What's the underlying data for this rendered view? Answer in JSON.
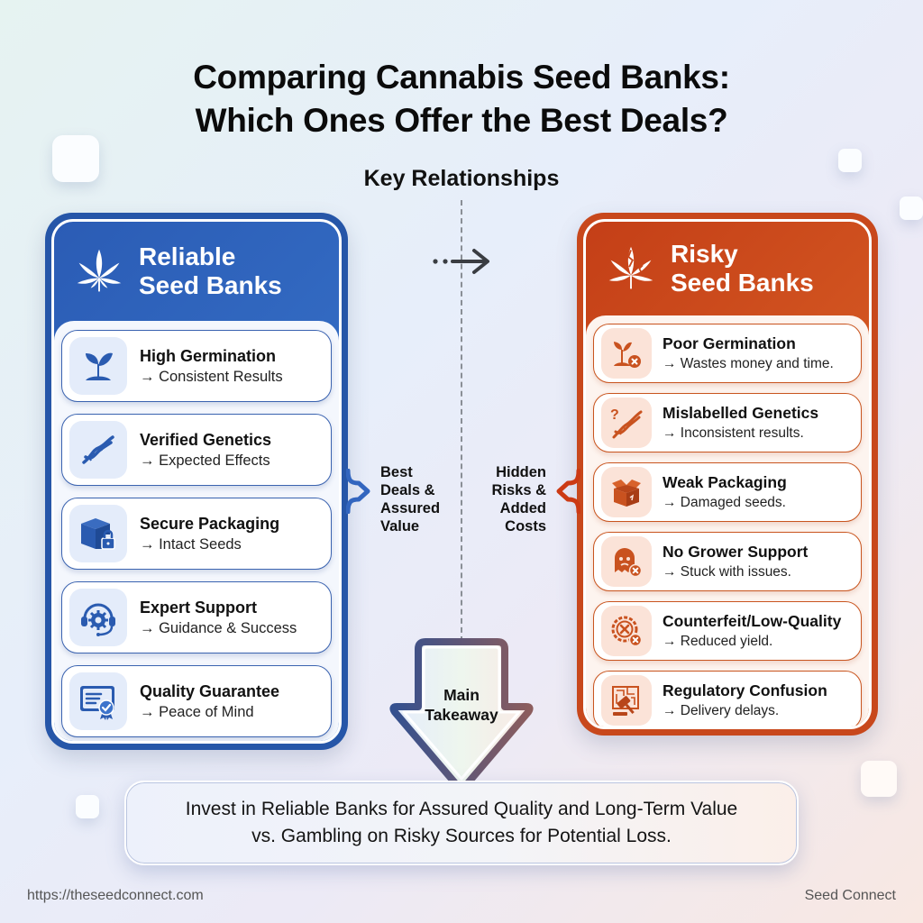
{
  "title": {
    "line1": "Comparing Cannabis Seed Banks:",
    "line2": "Which Ones Offer the Best Deals?"
  },
  "subtitle": "Key Relationships",
  "colors": {
    "reliable": "#2656a8",
    "risky": "#c8481c",
    "background_start": "#e6f3f1",
    "background_end": "#f8e8e2"
  },
  "reliable": {
    "icon": "cannabis-leaf-icon",
    "title_line1": "Reliable",
    "title_line2": "Seed Banks",
    "items": [
      {
        "icon": "sprout-icon",
        "title": "High Germination",
        "subtitle": "→ Consistent Results"
      },
      {
        "icon": "dna-icon",
        "title": "Verified Genetics",
        "subtitle": "→ Expected Effects"
      },
      {
        "icon": "box-lock-icon",
        "title": "Secure Packaging",
        "subtitle": "→ Intact Seeds"
      },
      {
        "icon": "headset-gear-icon",
        "title": "Expert Support",
        "subtitle": "→ Guidance & Success"
      },
      {
        "icon": "certificate-icon",
        "title": "Quality Guarantee",
        "subtitle": "→ Peace of Mind"
      }
    ],
    "connector_label": [
      "Best",
      "Deals &",
      "Assured",
      "Value"
    ]
  },
  "risky": {
    "icon": "cracked-cannabis-leaf-icon",
    "title_line1": "Risky",
    "title_line2": "Seed Banks",
    "items": [
      {
        "icon": "failed-sprout-icon",
        "title": "Poor Germination",
        "subtitle": "→ Wastes money and time."
      },
      {
        "icon": "dna-question-icon",
        "title": "Mislabelled Genetics",
        "subtitle": "→ Inconsistent results."
      },
      {
        "icon": "broken-box-icon",
        "title": "Weak Packaging",
        "subtitle": "→ Damaged seeds."
      },
      {
        "icon": "sad-ghost-icon",
        "title": "No Grower Support",
        "subtitle": "→ Stuck with issues."
      },
      {
        "icon": "counterfeit-seal-icon",
        "title": "Counterfeit/Low-Quality",
        "subtitle": "→ Reduced yield."
      },
      {
        "icon": "gavel-maze-icon",
        "title": "Regulatory Confusion",
        "subtitle": "→ Delivery delays."
      }
    ],
    "connector_label": [
      "Hidden",
      "Risks &",
      "Added",
      "Costs"
    ]
  },
  "takeaway": {
    "label_line1": "Main",
    "label_line2": "Takeaway",
    "text_line1": "Invest in Reliable Banks for Assured Quality and Long-Term Value",
    "text_line2": "vs. Gambling on Risky Sources for Potential Loss."
  },
  "footer": {
    "url": "https://theseedconnect.com",
    "brand": "Seed Connect"
  }
}
